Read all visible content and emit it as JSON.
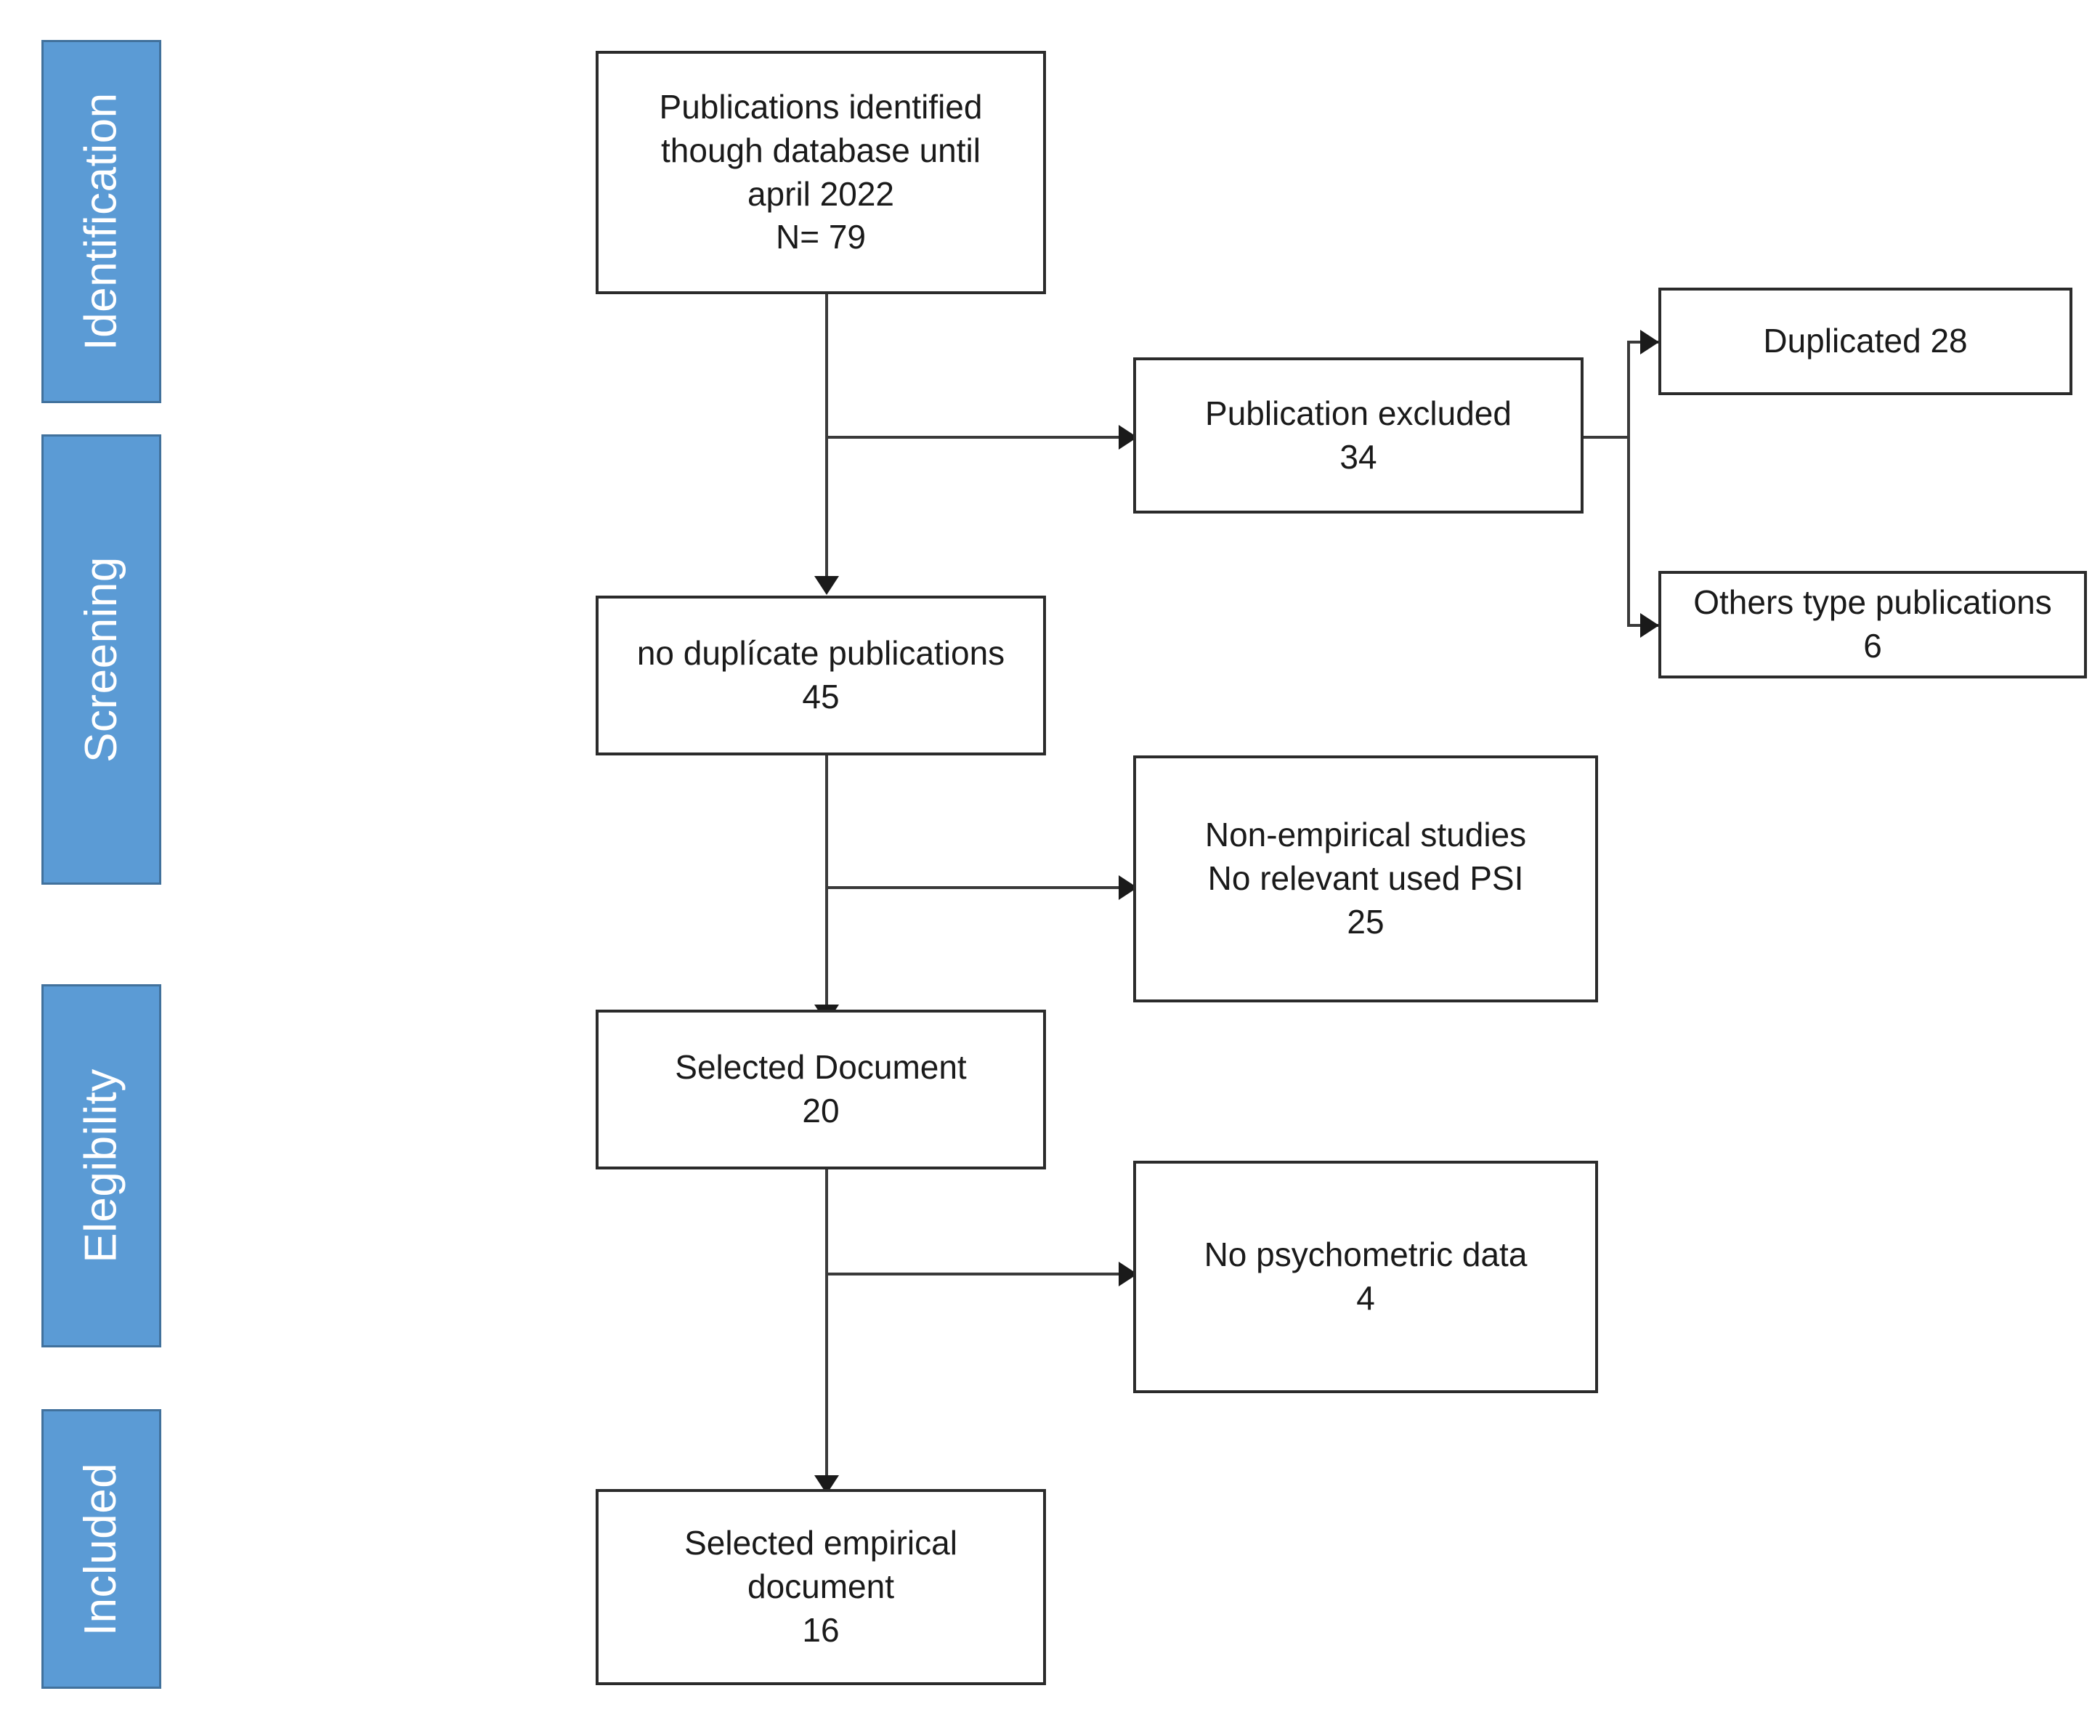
{
  "diagram": {
    "type": "prisma-flow-diagram",
    "title": "PRISMA study selection flow diagram",
    "accent_color": "#5B9BD5",
    "accent_border_color": "#41719C",
    "box_border_color": "#2b2b2b",
    "connector_color": "#3a3a3a",
    "background_color": "#ffffff"
  },
  "stages": [
    {
      "id": "identification",
      "label": "Identification"
    },
    {
      "id": "screening",
      "label": "Screening"
    },
    {
      "id": "eligibility",
      "label": "Elegibility"
    },
    {
      "id": "included",
      "label": "Included"
    }
  ],
  "nodes": {
    "identified": {
      "text": "Publications identified\nthough database until\napril 2022\nN= 79",
      "count": 79
    },
    "excluded": {
      "text": "Publication excluded\n34",
      "count": 34
    },
    "duplicated": {
      "text": "Duplicated 28",
      "count": 28
    },
    "others_type": {
      "text": "Others type publications\n6",
      "count": 6
    },
    "no_duplicates": {
      "text": "no duplícate publications\n45",
      "count": 45
    },
    "non_empirical": {
      "text": "Non-empirical studies\nNo relevant used PSI\n25",
      "count": 25
    },
    "selected_document": {
      "text": "Selected Document\n20",
      "count": 20
    },
    "no_psychometric": {
      "text": "No psychometric data\n4",
      "count": 4
    },
    "selected_empirical": {
      "text": "Selected empirical\ndocument\n16",
      "count": 16
    }
  },
  "edges": [
    {
      "from": "identified",
      "to": "no_duplicates",
      "kind": "down-arrow"
    },
    {
      "from": "identified",
      "to": "excluded",
      "kind": "right-arrow"
    },
    {
      "from": "excluded",
      "to": "duplicated",
      "kind": "branch-up-arrow"
    },
    {
      "from": "excluded",
      "to": "others_type",
      "kind": "branch-down-arrow"
    },
    {
      "from": "no_duplicates",
      "to": "selected_document",
      "kind": "down-arrow"
    },
    {
      "from": "no_duplicates",
      "to": "non_empirical",
      "kind": "right-arrow"
    },
    {
      "from": "selected_document",
      "to": "selected_empirical",
      "kind": "down-arrow"
    },
    {
      "from": "selected_document",
      "to": "no_psychometric",
      "kind": "right-arrow"
    }
  ]
}
